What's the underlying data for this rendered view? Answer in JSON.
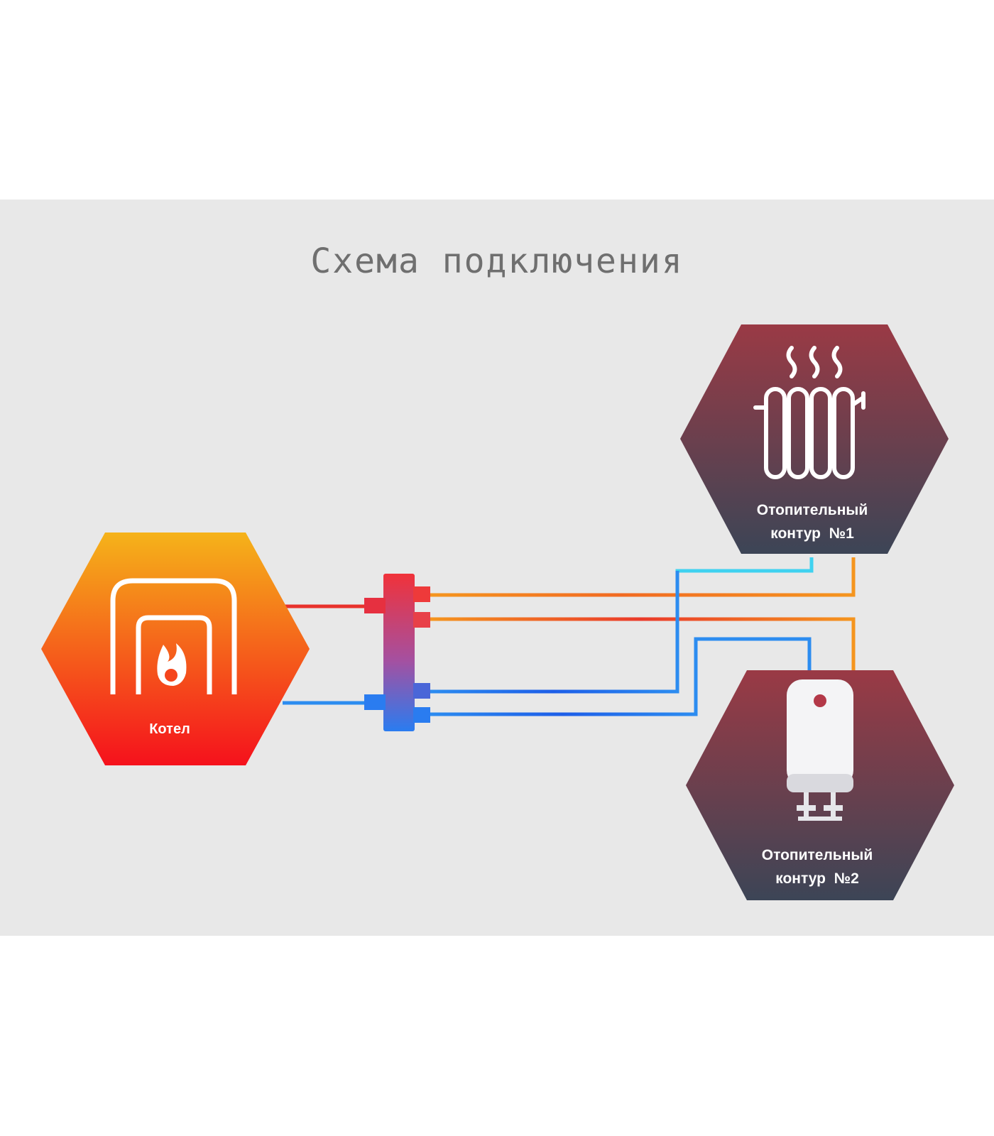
{
  "title": "Схема подключения",
  "nodes": {
    "boiler": {
      "label": "Котел",
      "icon": "boiler-flame-icon"
    },
    "circuit1": {
      "line1": "Отопительный",
      "line2": "контур  №1",
      "icon": "radiator-icon"
    },
    "circuit2": {
      "line1": "Отопительный",
      "line2": "контур  №2",
      "icon": "water-heater-icon"
    }
  },
  "colors": {
    "background": "#e8e8e8",
    "title": "#6f6f6f",
    "hot_pipe": "#f5951e",
    "hot_supply": "#e8322c",
    "cold_pipe": "#2c8cf0",
    "return_light": "#3fd2f0",
    "boiler_top": "#f5b31a",
    "boiler_bottom": "#f5111c",
    "circuit_top": "#9a3a45",
    "circuit_bottom": "#3c4556"
  }
}
